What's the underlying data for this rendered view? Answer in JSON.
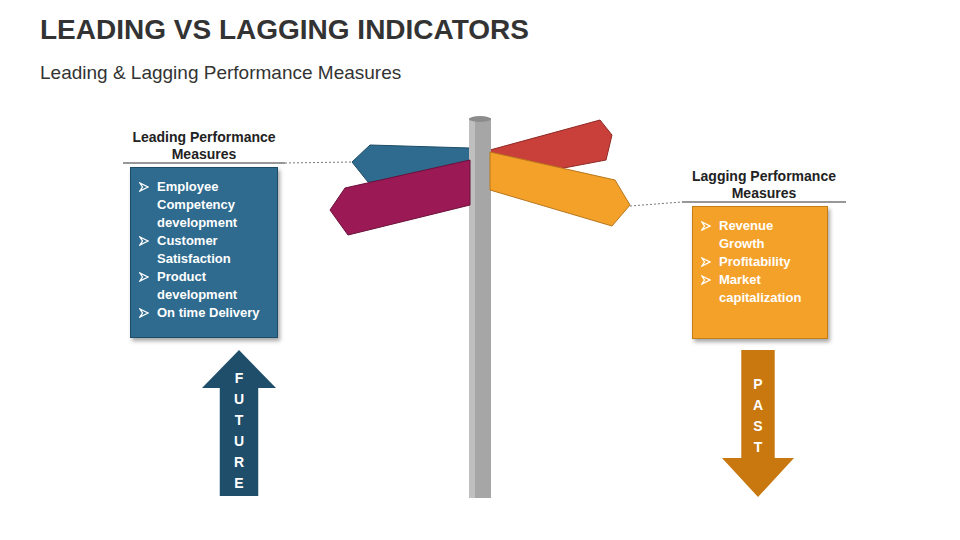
{
  "diagram": {
    "title": "LEADING VS LAGGING INDICATORS",
    "nodes": [
      {
        "text": [
          "Leading Performance Measures",
          "Employee Competency development",
          "Customer Satisfaction",
          "Product development",
          "On time Delivery"
        ]
      },
      {
        "text": [
          "Lagging Performance Measures",
          "Revenue Growth",
          "Profitability",
          "Market capitalization"
        ]
      },
      {
        "text": [
          "FUTURE"
        ]
      },
      {
        "text": [
          "PAST"
        ]
      }
    ],
    "labels": [
      "Leading & Lagging Performance Measures"
    ]
  }
}
